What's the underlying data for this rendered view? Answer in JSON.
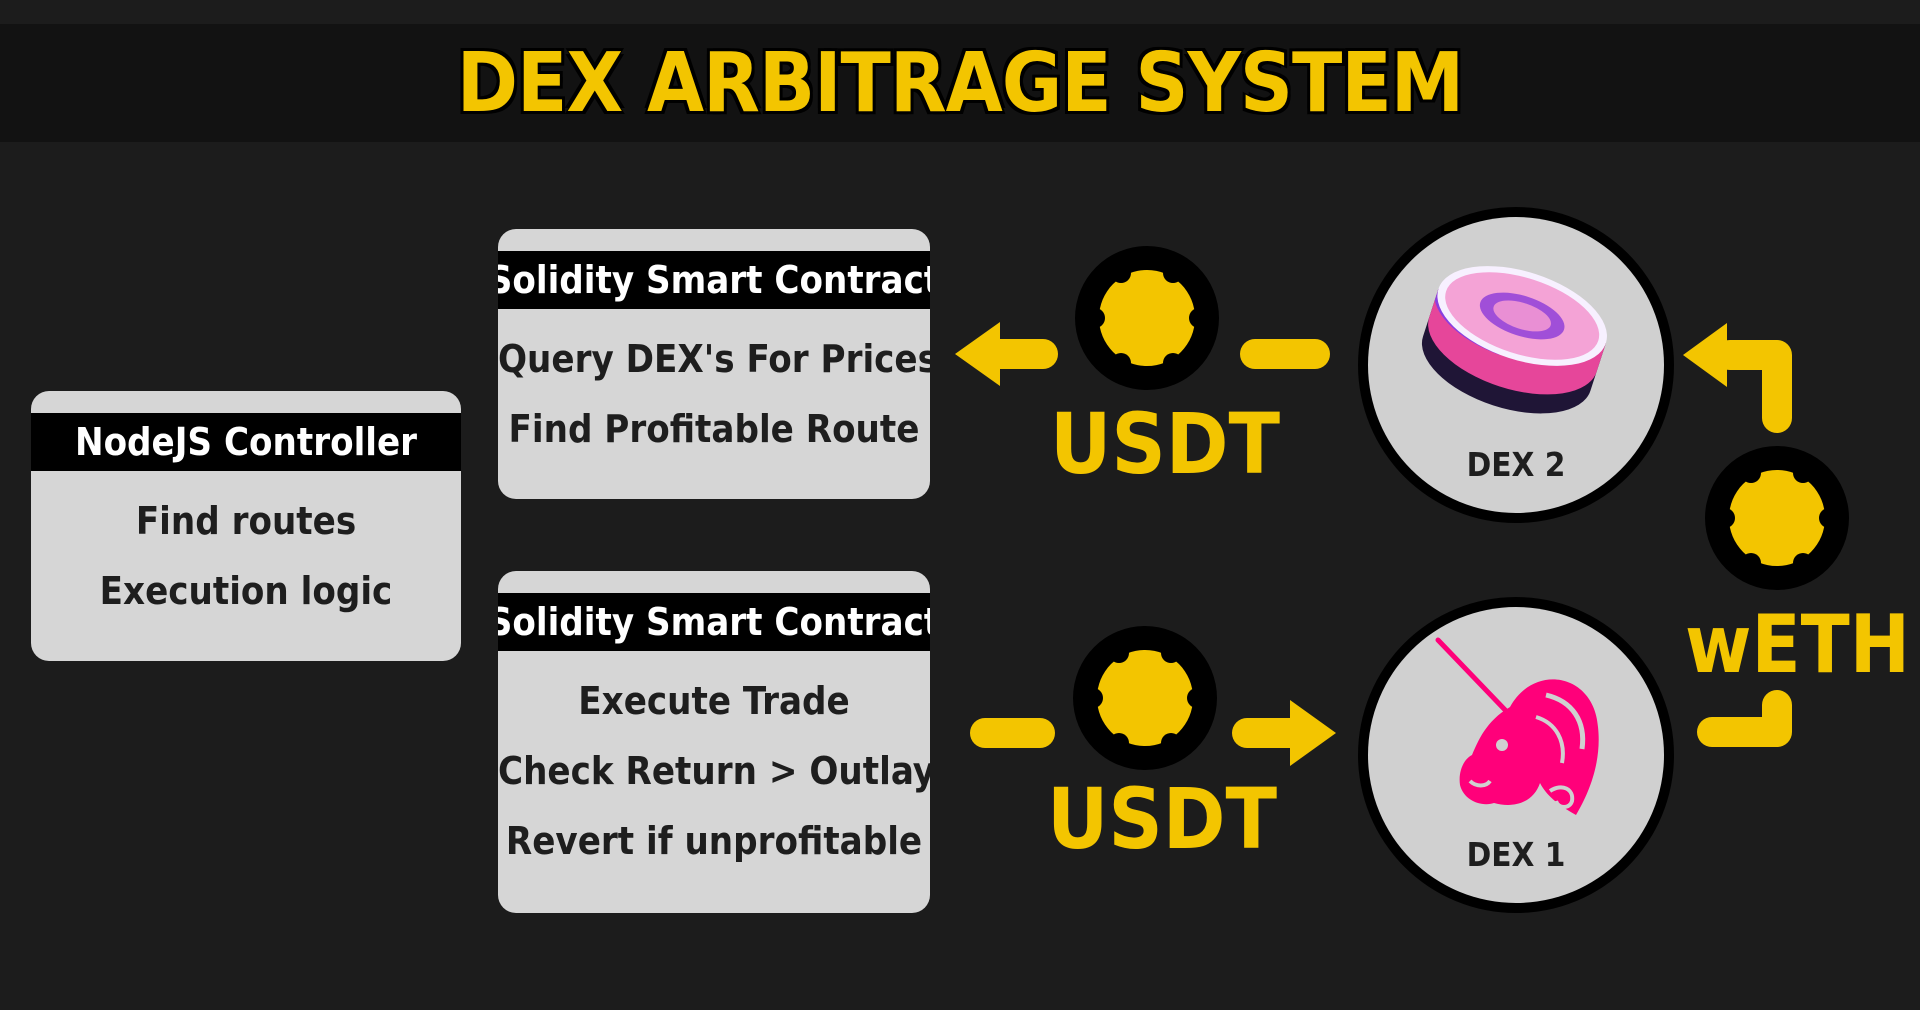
{
  "title": "DEX ARBITRAGE SYSTEM",
  "controller": {
    "header": "NodeJS Controller",
    "lines": [
      "Find routes",
      "Execution logic"
    ]
  },
  "contract_query": {
    "header": "Solidity Smart Contract",
    "lines": [
      "Query DEX's For Prices",
      "Find Profitable Route"
    ]
  },
  "contract_execute": {
    "header": "Solidity Smart Contract",
    "lines": [
      "Execute Trade",
      "Check Return > Outlay",
      "Revert if unprofitable"
    ]
  },
  "tokens": {
    "top": "USDT",
    "bottom": "USDT",
    "right": "wETH"
  },
  "dex": {
    "top_label": "DEX 2",
    "bottom_label": "DEX 1",
    "top_logo": "sushi-roll-logo",
    "bottom_logo": "unicorn-logo"
  },
  "icons": {
    "token": "token-coin-icon",
    "arrow": "arrow-icon"
  },
  "colors": {
    "accent": "#f3c500",
    "background": "#1c1c1c",
    "title_bar": "#121212",
    "box": "#d6d6d6",
    "dex_circle": "#d0d0d0",
    "unicorn": "#ff007a"
  }
}
